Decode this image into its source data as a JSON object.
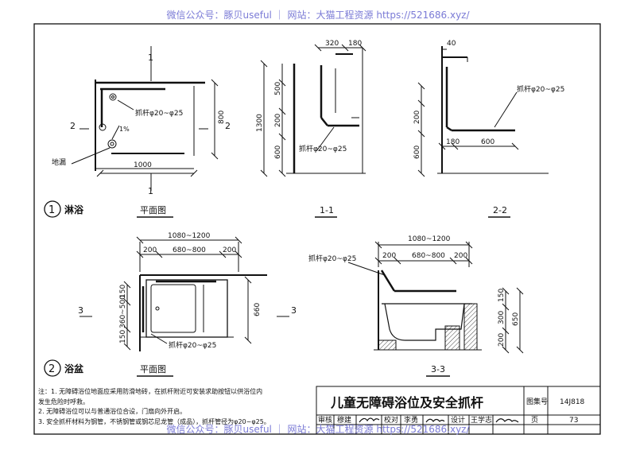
{
  "watermark": "微信公众号：豚贝useful ｜ 网站：大猫工程资源 https://521686.xyz/",
  "shower": {
    "number": "1",
    "label": "淋浴",
    "plan_caption": "平面图",
    "section_1_caption": "1-1",
    "section_2_caption": "2-2",
    "plan": {
      "grab_bar": "抓杆φ20~φ25",
      "slope": "1%",
      "drain": "地漏",
      "dim_width": "1000",
      "dim_depth": "800",
      "cut1": "1",
      "cut2": "2"
    },
    "section_1_1": {
      "dim_top_a": "320",
      "dim_top_b": "180",
      "dim_total": "1300",
      "dim_upper": "500",
      "dim_mid": "200",
      "dim_low": "600",
      "grab_bar": "抓杆φ20~φ25"
    },
    "section_2_2": {
      "dim_top": "40",
      "grab_bar": "抓杆φ20~φ25",
      "dim_mid": "200",
      "dim_low": "600",
      "dim_h_a": "180",
      "dim_h_b": "600"
    }
  },
  "bathtub": {
    "number": "2",
    "label": "浴盆",
    "plan_caption": "平面图",
    "section_caption": "3-3",
    "plan": {
      "dim_total": "1080~1200",
      "dim_a": "200",
      "dim_b": "680~800",
      "dim_c": "200",
      "dim_left_a": "150",
      "dim_left_b": "360~500",
      "dim_left_c": "150",
      "dim_right": "660",
      "grab_bar": "抓杆φ20~φ25",
      "cut3": "3"
    },
    "section_3_3": {
      "dim_total": "1080~1200",
      "dim_a": "200",
      "dim_b": "680~800",
      "dim_c": "200",
      "grab_bar": "抓杆φ20~φ25",
      "dim_r_a": "150",
      "dim_r_b": "300",
      "dim_r_c": "200",
      "dim_r_total": "650"
    }
  },
  "notes": [
    "注：1. 无障碍浴位地面应采用防滑地砖，在抓杆附近可安装求助按钮以供浴位内",
    "      发生危险时呼救。",
    "   2. 无障碍浴位可以与普通浴位合设，门扇向外开启。",
    "   3. 安全抓杆材料为钢管，不锈钢管或钢芯尼龙管（成品），抓杆管径为φ20~φ25。"
  ],
  "title_block": {
    "title": "儿童无障碍浴位及安全抓杆",
    "atlas_label": "图集号",
    "atlas_no": "14J818",
    "review_label": "审核",
    "review_name": "穆建",
    "check_label": "校对",
    "check_name": "李勇",
    "design_label": "设计",
    "design_name": "王学志",
    "page_label": "页",
    "page_no": "73"
  }
}
